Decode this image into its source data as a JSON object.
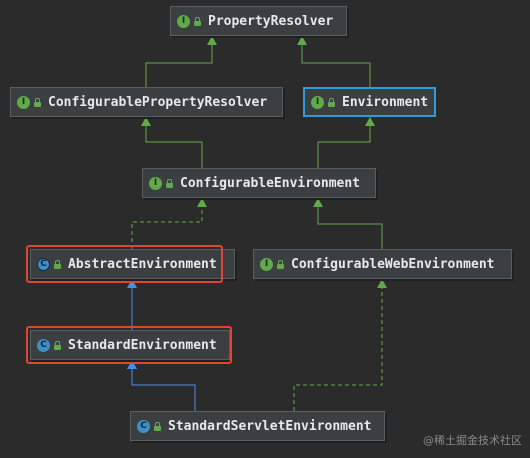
{
  "nodes": {
    "property_resolver": {
      "label": "PropertyResolver",
      "kind": "interface",
      "badge": "I"
    },
    "configurable_property_resolver": {
      "label": "ConfigurablePropertyResolver",
      "kind": "interface",
      "badge": "I"
    },
    "environment": {
      "label": "Environment",
      "kind": "interface",
      "badge": "I",
      "highlight": "#2d9cdb"
    },
    "configurable_environment": {
      "label": "ConfigurableEnvironment",
      "kind": "interface",
      "badge": "I"
    },
    "abstract_environment": {
      "label": "AbstractEnvironment",
      "kind": "abstract-class",
      "badge": "C",
      "highlight": "#e0452f"
    },
    "configurable_web_environment": {
      "label": "ConfigurableWebEnvironment",
      "kind": "interface",
      "badge": "I"
    },
    "standard_environment": {
      "label": "StandardEnvironment",
      "kind": "class",
      "badge": "C",
      "highlight": "#e0452f"
    },
    "standard_servlet_environment": {
      "label": "StandardServletEnvironment",
      "kind": "class",
      "badge": "C"
    }
  },
  "colors": {
    "background": "#2b2b2b",
    "node_fill": "#3c3f41",
    "interface_edge": "#62a94a",
    "class_edge": "#4a8fe7",
    "realization_edge": "#62a94a"
  },
  "watermark": "@稀土掘金技术社区"
}
